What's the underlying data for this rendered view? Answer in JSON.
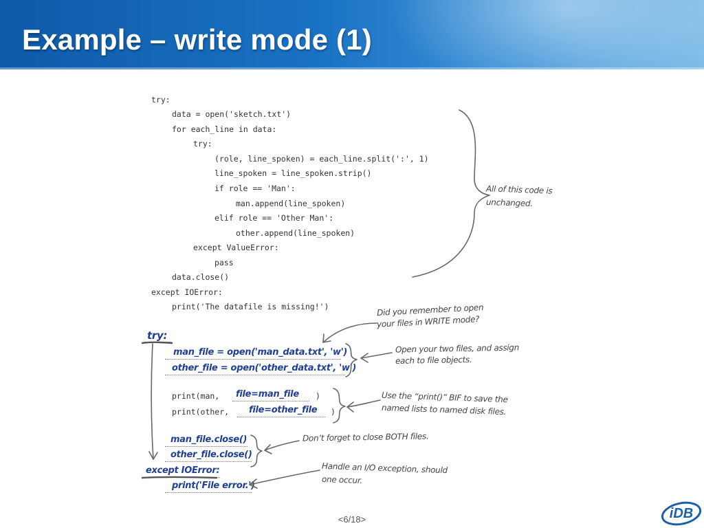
{
  "slide": {
    "title": "Example – write mode (1)",
    "page_number": "<6/18>"
  },
  "code": {
    "line1": "try:",
    "line2": "data = open('sketch.txt')",
    "line3": "for each_line in data:",
    "line4": "try:",
    "line5": "(role, line_spoken) = each_line.split(':', 1)",
    "line6": "line_spoken = line_spoken.strip()",
    "line7": "if role == 'Man':",
    "line8": "man.append(line_spoken)",
    "line9": "elif role == 'Other Man':",
    "line10": "other.append(line_spoken)",
    "line11": "except ValueError:",
    "line12": "pass",
    "line13": "data.close()",
    "line14": "except IOError:",
    "line15": "print('The datafile is missing!')",
    "print_man_prefix": "print(man,",
    "print_man_suffix": ")",
    "print_other_prefix": "print(other,",
    "print_other_suffix": ")"
  },
  "handwritten": {
    "try": "try:",
    "man_file_open": "man_file = open('man_data.txt', 'w')",
    "other_file_open": "other_file = open('other_data.txt', 'w')",
    "file_man": "file=man_file",
    "file_other": "file=other_file",
    "man_close": "man_file.close()",
    "other_close": "other_file.close()",
    "except": "except IOError:",
    "print_error": "print('File error.')"
  },
  "annotations": {
    "unchanged_line1": "All of this code is",
    "unchanged_line2": "unchanged.",
    "remember_line1": "Did you remember to open",
    "remember_line2": "your files in WRITE mode?",
    "open_line1": "Open your two files, and assign",
    "open_line2": "each to file objects.",
    "print_line1": "Use the “print()” BIF to save the",
    "print_line2": "named lists to named disk files.",
    "close_note": "Don’t forget to close BOTH files.",
    "handle_line1": "Handle an I/O exception, should",
    "handle_line2": "one occur."
  },
  "logo": {
    "text": "iDB",
    "color": "#1b5fa8"
  }
}
